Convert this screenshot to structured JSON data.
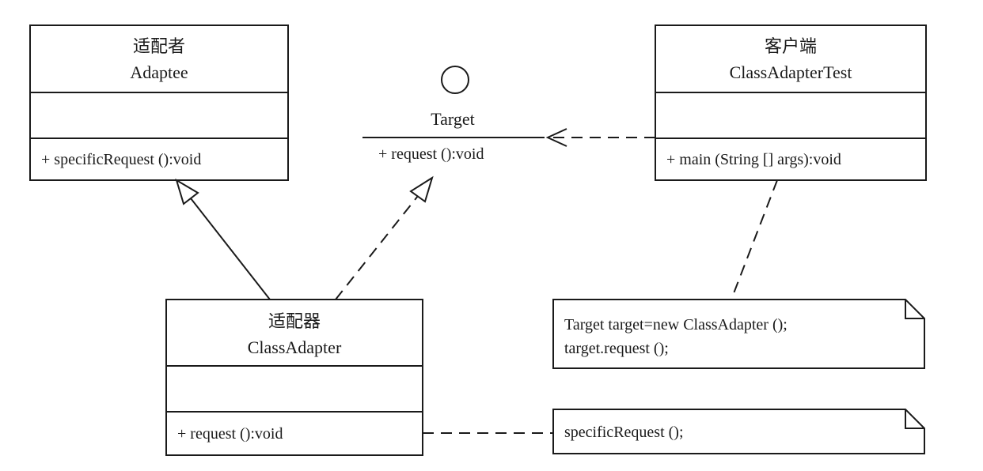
{
  "classes": {
    "adaptee": {
      "title_cn": "适配者",
      "title_en": "Adaptee",
      "method": "+ specificRequest ():void"
    },
    "client": {
      "title_cn": "客户端",
      "title_en": "ClassAdapterTest",
      "method": "+ main (String [] args):void"
    },
    "adapter": {
      "title_cn": "适配器",
      "title_en": "ClassAdapter",
      "method": "+ request ():void"
    }
  },
  "interface": {
    "name": "Target",
    "method": "+ request ():void"
  },
  "notes": {
    "client_note": {
      "line1": "Target target=new ClassAdapter ();",
      "line2": "target.request ();"
    },
    "adapter_note": {
      "line1": "specificRequest ();"
    }
  }
}
